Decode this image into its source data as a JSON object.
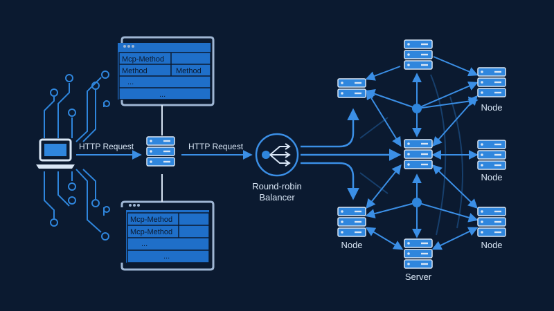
{
  "colors": {
    "background": "#0b1a30",
    "accent": "#2f86dd",
    "line": "#3b8fe6",
    "panel_fill": "#1f6fc9",
    "frame": "#9fb6d3",
    "text": "#d9e6f5"
  },
  "client": {
    "icon": "laptop-icon"
  },
  "edges": {
    "client_to_router": "HTTP Request",
    "router_to_balancer": "HTTP Request"
  },
  "top_table": {
    "rows": [
      [
        "Mcp-Method",
        ""
      ],
      [
        "Method",
        "Method"
      ],
      [
        "...",
        ""
      ],
      [
        "...",
        ""
      ]
    ]
  },
  "bottom_table": {
    "rows": [
      [
        "Mcp-Method",
        ""
      ],
      [
        "Mcp-Method",
        ""
      ],
      [
        "...",
        ""
      ],
      [
        "...",
        ""
      ]
    ]
  },
  "balancer": {
    "icon": "shuffle-arrows-icon",
    "label_line1": "Round-robin",
    "label_line2": "Balancer"
  },
  "cluster": {
    "node_label": "Node",
    "server_label": "Server"
  }
}
